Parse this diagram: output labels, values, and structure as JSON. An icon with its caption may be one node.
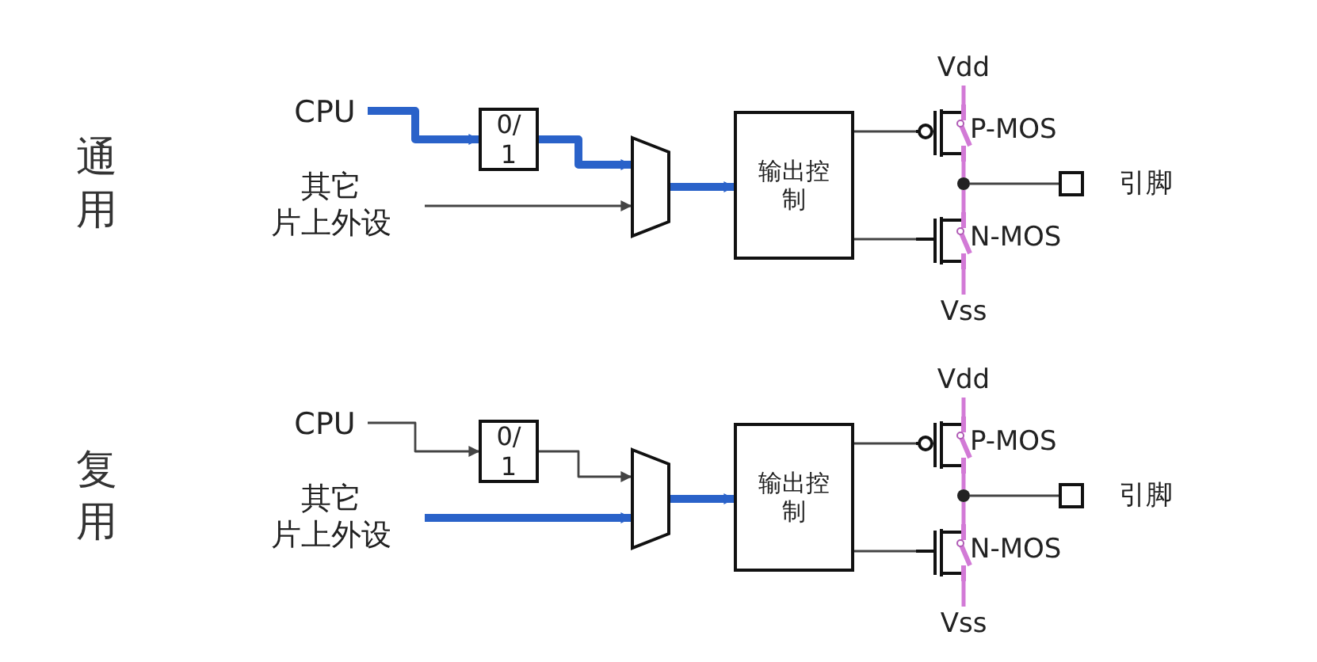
{
  "diagram": {
    "nodes": [
      {
        "text": [
          "CPU"
        ]
      },
      {
        "text": [
          "其它片上外设"
        ]
      },
      {
        "text": [
          "0/1"
        ]
      },
      {
        "text": [],
        "shape": "trapezoid"
      },
      {
        "text": [
          "输出控制"
        ]
      },
      {
        "text": [
          "Vdd"
        ]
      },
      {
        "text": [
          "P-MOS"
        ]
      },
      {
        "text": [],
        "shape": "circle"
      },
      {
        "text": [
          "N-MOS"
        ]
      },
      {
        "text": [
          "Vss"
        ]
      },
      {
        "text": [],
        "shape": "box",
        "beside": [
          "引脚"
        ]
      },
      {
        "text": [
          "CPU"
        ]
      },
      {
        "text": [
          "其它片上外设"
        ]
      },
      {
        "text": [
          "0/1"
        ]
      },
      {
        "text": [],
        "shape": "trapezoid"
      },
      {
        "text": [
          "输出控制"
        ]
      },
      {
        "text": [
          "Vdd"
        ]
      },
      {
        "text": [
          "P-MOS"
        ]
      },
      {
        "text": [],
        "shape": "circle"
      },
      {
        "text": [
          "N-MOS"
        ]
      },
      {
        "text": [
          "Vss"
        ]
      },
      {
        "text": [],
        "shape": "box",
        "beside": [
          "引脚"
        ]
      }
    ],
    "edges": [
      {
        "from": 0,
        "to": 2,
        "arrow": "to",
        "style": "thick",
        "color": "#2a62c9"
      },
      {
        "from": 2,
        "to": 3,
        "arrow": "to",
        "style": "thick",
        "color": "#2a62c9"
      },
      {
        "from": 1,
        "to": 3,
        "arrow": "to"
      },
      {
        "from": 3,
        "to": 4,
        "arrow": "to",
        "style": "thick",
        "color": "#2a62c9"
      },
      {
        "from": 4,
        "to": 6,
        "arrow": "none"
      },
      {
        "from": 4,
        "to": 8,
        "arrow": "none"
      },
      {
        "from": 5,
        "to": 6,
        "arrow": "none",
        "color": "#d27ad6"
      },
      {
        "from": 6,
        "to": 7,
        "arrow": "none",
        "color": "#d27ad6"
      },
      {
        "from": 7,
        "to": 8,
        "arrow": "none",
        "color": "#d27ad6"
      },
      {
        "from": 8,
        "to": 9,
        "arrow": "none",
        "color": "#d27ad6"
      },
      {
        "from": 7,
        "to": 10,
        "arrow": "none"
      },
      {
        "from": 11,
        "to": 13,
        "arrow": "to"
      },
      {
        "from": 13,
        "to": 14,
        "arrow": "to"
      },
      {
        "from": 12,
        "to": 14,
        "arrow": "to",
        "style": "thick",
        "color": "#2a62c9"
      },
      {
        "from": 14,
        "to": 15,
        "arrow": "to",
        "style": "thick",
        "color": "#2a62c9"
      },
      {
        "from": 15,
        "to": 17,
        "arrow": "none"
      },
      {
        "from": 15,
        "to": 19,
        "arrow": "none"
      },
      {
        "from": 16,
        "to": 17,
        "arrow": "none",
        "color": "#d27ad6"
      },
      {
        "from": 17,
        "to": 18,
        "arrow": "none",
        "color": "#d27ad6"
      },
      {
        "from": 18,
        "to": 19,
        "arrow": "none",
        "color": "#d27ad6"
      },
      {
        "from": 19,
        "to": 20,
        "arrow": "none",
        "color": "#d27ad6"
      },
      {
        "from": 18,
        "to": 21,
        "arrow": "none"
      }
    ],
    "labels": [
      "通用",
      "复用"
    ]
  }
}
